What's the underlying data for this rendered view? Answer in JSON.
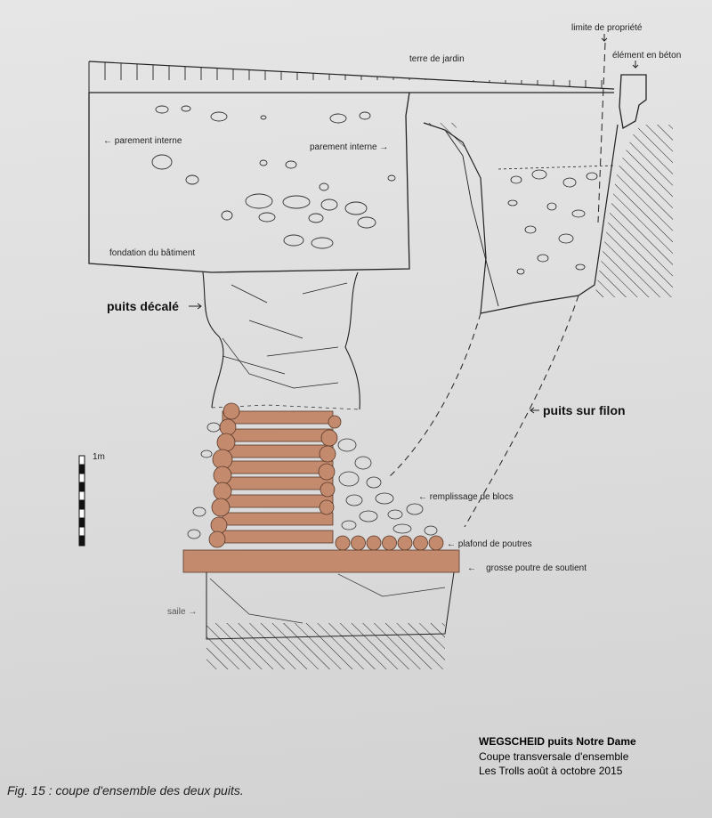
{
  "labels": {
    "limite": "limite de propriété",
    "beton": "élément en béton",
    "terre": "terre de jardin",
    "parement_left": "← parement interne",
    "parement_right": "parement interne →",
    "fondation": "fondation du bâtiment",
    "puits_decale": "puits décalé",
    "puits_filon": "puits sur filon",
    "scale": "1m",
    "remplissage": "remplissage de blocs",
    "plafond": "plafond de poutres",
    "grosse_poutre": "grosse poutre de soutient",
    "saile": "saile"
  },
  "caption": {
    "title": "WEGSCHEID puits Notre Dame",
    "line1": "Coupe transversale d'ensemble",
    "line2": "Les Trolls août à octobre 2015"
  },
  "figure": "Fig. 15 : coupe d'ensemble des deux puits.",
  "colors": {
    "beam": "#c38a6e",
    "ink": "#1e1e1e",
    "paper": "#dcdcdc"
  }
}
